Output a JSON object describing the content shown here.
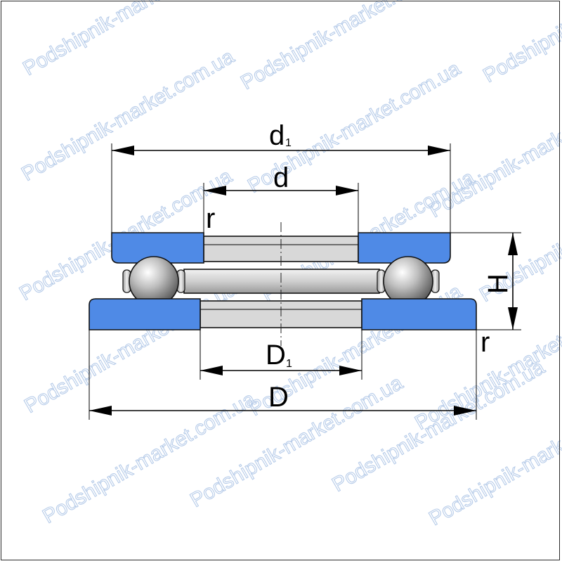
{
  "labels": {
    "d1_main": "d",
    "d1_sub": "1",
    "d": "d",
    "r_top": "r",
    "H": "H",
    "r_bottom": "r",
    "D1_main": "D",
    "D1_sub": "1",
    "D": "D"
  },
  "watermark": {
    "text": "Podshipnik-market.com.ua"
  },
  "colors": {
    "ring_blue": "#4f8ae6",
    "bore_gray": "#d8d8d8",
    "outline": "#111111",
    "watermark": "#b7cce9"
  }
}
